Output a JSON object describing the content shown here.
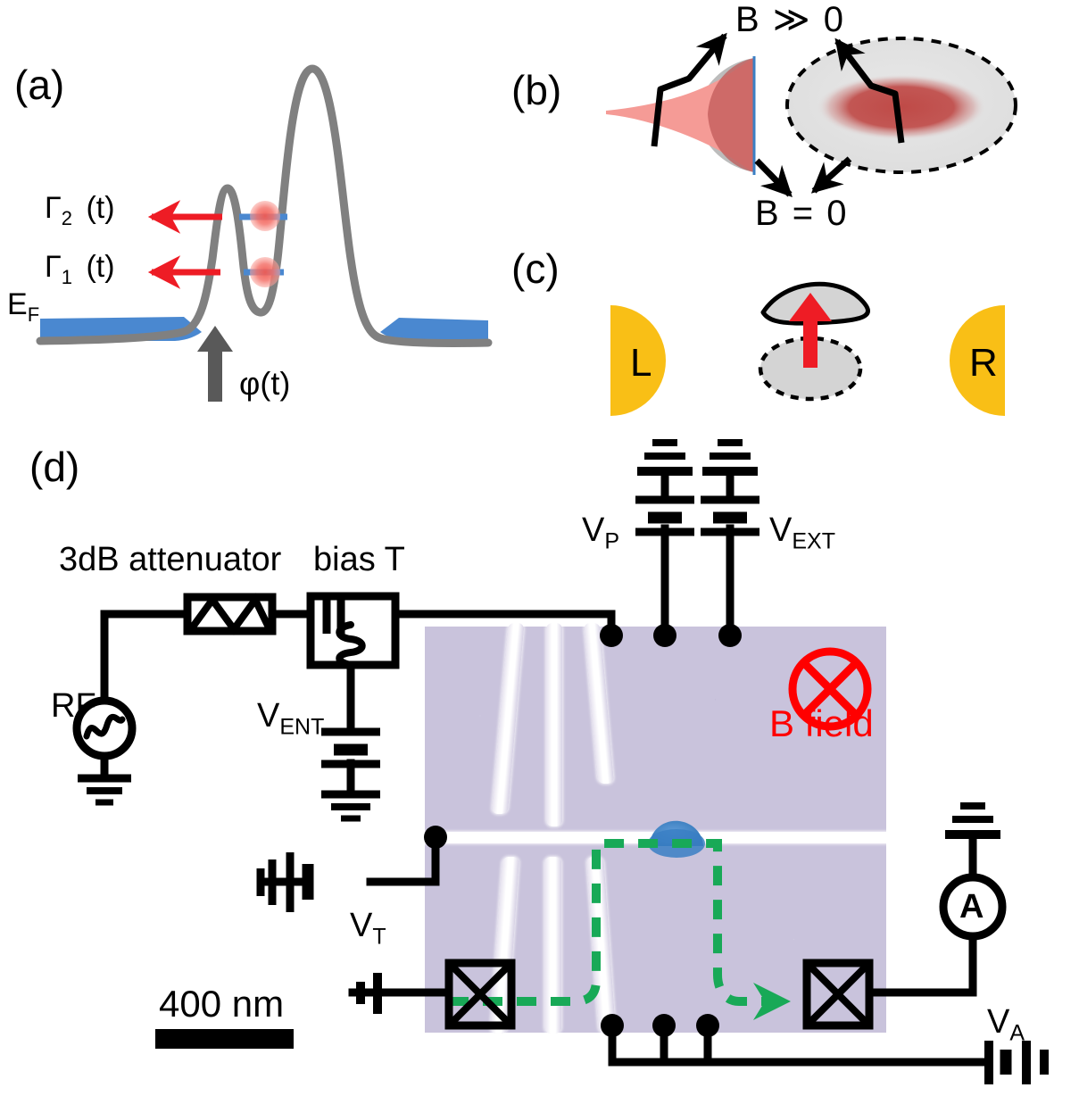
{
  "figure": {
    "panels": [
      {
        "id": "a",
        "label": "(a)"
      },
      {
        "id": "b",
        "label": "(b)"
      },
      {
        "id": "c",
        "label": "(c)"
      },
      {
        "id": "d",
        "label": "(d)"
      }
    ]
  },
  "panel_a": {
    "label": "(a)",
    "fermi_level_label": "E",
    "fermi_level_sub": "F",
    "rate2_label": "Γ",
    "rate2_sub": "2",
    "rate2_arg": "(t)",
    "rate1_label": "Γ",
    "rate1_sub": "1",
    "rate1_arg": "(t)",
    "phase_label": "φ(t)",
    "colors": {
      "barrier": "#808080",
      "fermi_sea": "#4a88d0",
      "level": "#4a88d0",
      "electron": "#f4736b",
      "rate_arrow": "#ee1c25",
      "phase_arrow": "#595959"
    }
  },
  "panel_b": {
    "label": "(b)",
    "field_high_label": "B ≫ 0",
    "field_zero_label": "B = 0",
    "colors": {
      "wavefunction_pink": "#f59b96",
      "wavefunction_dark": "#c05a58",
      "shadow_gray": "#bcbcbc",
      "edge_blue": "#3a7fc4",
      "ellipse_fill": "#e2e2e2",
      "ellipse_core": "#bf4a47"
    }
  },
  "panel_c": {
    "label": "(c)",
    "left_lead_label": "L",
    "right_lead_label": "R",
    "colors": {
      "lead_yellow": "#f9bf16",
      "shape_gray": "#d4d4d4",
      "arrow_red": "#ee1c25"
    }
  },
  "panel_d": {
    "label": "(d)",
    "attenuator_label": "3dB attenuator",
    "bias_t_label": "bias T",
    "rf_label": "RF",
    "v_ent": {
      "main": "V",
      "sub": "ENT"
    },
    "v_p": {
      "main": "V",
      "sub": "P"
    },
    "v_ext": {
      "main": "V",
      "sub": "EXT"
    },
    "v_t": {
      "main": "V",
      "sub": "T"
    },
    "v_a": {
      "main": "V",
      "sub": "A"
    },
    "ammeter_label": "A",
    "b_field_label": "B field",
    "scale_bar_label": "400 nm",
    "colors": {
      "sem_background": "#c9c3dc",
      "gate_metal": "#ffffff",
      "current_path": "#18a957",
      "quantum_dot": "#3a7fc4",
      "b_field_red": "#ff0000",
      "wire": "#000000"
    }
  }
}
